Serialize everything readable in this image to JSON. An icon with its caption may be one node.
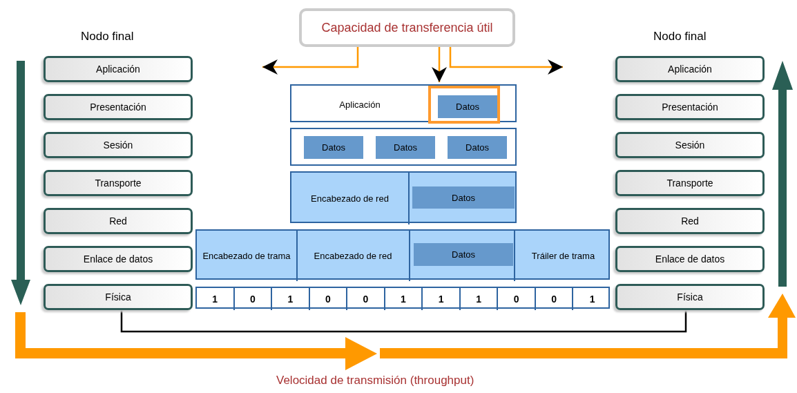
{
  "diagram": {
    "nodes": [
      {
        "text": [
          "Capacidad de transferencia útil"
        ]
      },
      {
        "text": [
          "Aplicación"
        ]
      },
      {
        "text": [
          "Presentación"
        ]
      },
      {
        "text": [
          "Sesión"
        ]
      },
      {
        "text": [
          "Transporte"
        ]
      },
      {
        "text": [
          "Red"
        ]
      },
      {
        "text": [
          "Enlace de datos"
        ]
      },
      {
        "text": [
          "Física"
        ]
      },
      {
        "text": [
          "Aplicación"
        ]
      },
      {
        "text": [
          "Presentación"
        ]
      },
      {
        "text": [
          "Sesión"
        ]
      },
      {
        "text": [
          "Transporte"
        ]
      },
      {
        "text": [
          "Red"
        ]
      },
      {
        "text": [
          "Enlace de datos"
        ]
      },
      {
        "text": [
          "Física"
        ]
      },
      {
        "text": [
          "Aplicación"
        ]
      },
      {
        "text": [],
        "shape": "box",
        "in": 15
      },
      {
        "text": [
          "Datos"
        ],
        "in": 16
      },
      {
        "text": [],
        "shape": "box"
      },
      {
        "text": [
          "Datos"
        ],
        "in": 18
      },
      {
        "text": [
          "Datos"
        ],
        "in": 18
      },
      {
        "text": [
          "Datos"
        ],
        "in": 18
      },
      {
        "text": [],
        "shape": "box"
      },
      {
        "text": [
          "Encabezado de red"
        ],
        "in": 22
      },
      {
        "text": [
          "Datos"
        ],
        "in": 22
      },
      {
        "text": [],
        "shape": "box"
      },
      {
        "text": [
          "Encabezado de trama"
        ],
        "in": 25
      },
      {
        "text": [
          "Encabezado de red"
        ],
        "in": 25
      },
      {
        "text": [
          "Datos"
        ],
        "in": 25
      },
      {
        "text": [
          "Tráiler de trama"
        ],
        "in": 25
      },
      {
        "text": [],
        "shape": "box"
      },
      {
        "text": [
          "1"
        ],
        "in": 30
      },
      {
        "text": [
          "0"
        ],
        "in": 30
      },
      {
        "text": [
          "1"
        ],
        "in": 30
      },
      {
        "text": [
          "0"
        ],
        "in": 30
      },
      {
        "text": [
          "0"
        ],
        "in": 30
      },
      {
        "text": [
          "1"
        ],
        "in": 30
      },
      {
        "text": [
          "1"
        ],
        "in": 30
      },
      {
        "text": [
          "1"
        ],
        "in": 30
      },
      {
        "text": [
          "0"
        ],
        "in": 30
      },
      {
        "text": [
          "0"
        ],
        "in": 30
      },
      {
        "text": [
          "1"
        ],
        "in": 30
      }
    ],
    "edges": [
      {
        "from": 0,
        "to": null,
        "arrow": "to"
      },
      {
        "from": 0,
        "to": 16,
        "arrow": "to"
      },
      {
        "from": 0,
        "to": null,
        "arrow": "to"
      },
      {
        "from": 7,
        "to": 14,
        "arrow": "none",
        "color": "#000000"
      }
    ],
    "labels": [
      "Nodo final",
      "Nodo final",
      "Velocidad de transmisión (throughput)"
    ]
  }
}
